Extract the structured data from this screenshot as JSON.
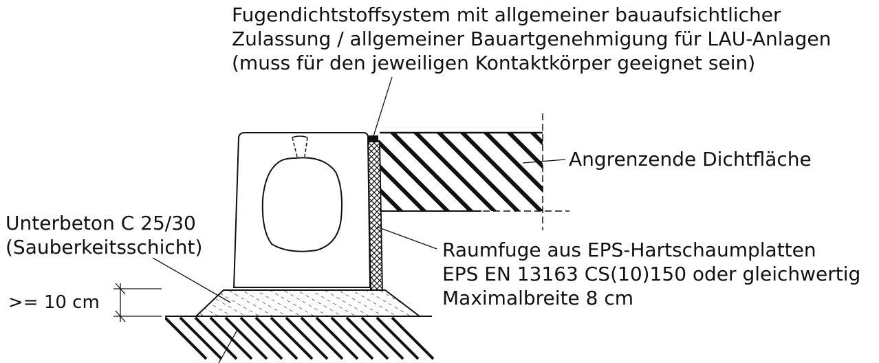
{
  "labels": {
    "fugendichtstoff": {
      "line1": "Fugendichtstoffsystem mit allgemeiner bauaufsichtlicher",
      "line2": "Zulassung / allgemeiner Bauartgenehmigung für LAU-Anlagen",
      "line3": "(muss für den jeweiligen Kontaktkörper geeignet sein)"
    },
    "dichtflaeche": "Angrenzende Dichtfläche",
    "unterbeton": {
      "line1": "Unterbeton C 25/30",
      "line2": "(Sauberkeitsschicht)"
    },
    "raumfuge": {
      "line1": "Raumfuge aus EPS-Hartschaumplatten",
      "line2": "EPS EN 13163 CS(10)150 oder gleichwertig",
      "line3": "Maximalbreite 8 cm"
    },
    "dimension": ">= 10 cm"
  },
  "colors": {
    "ink": "#111111",
    "background": "#ffffff"
  }
}
